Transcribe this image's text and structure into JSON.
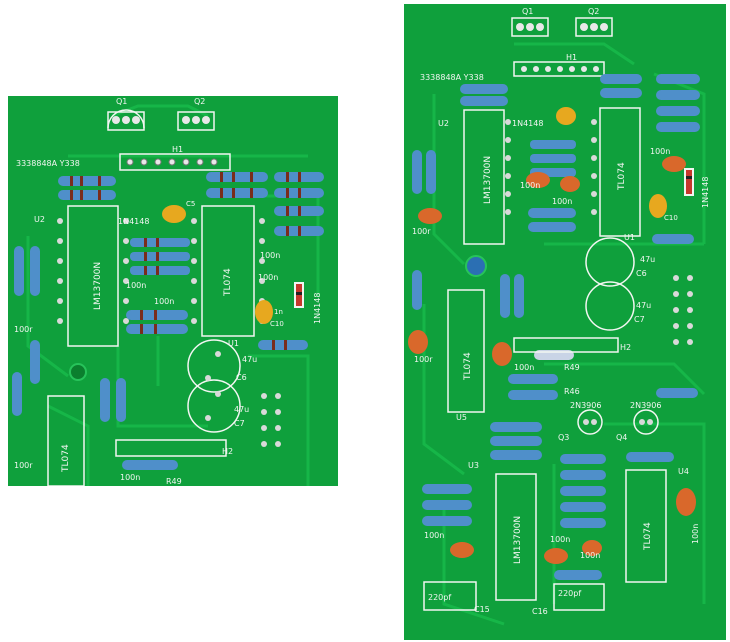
{
  "left_board": {
    "labels": {
      "q1": "Q1",
      "q2": "Q2",
      "h1": "H1",
      "part_no": "3338848A Y338",
      "u2": "U2",
      "diode_1": "1N4148",
      "c5": "C5",
      "lm13700n": "LM13700N",
      "tl074": "TL074",
      "cap_100n_a": "100n",
      "cap_100n_b": "100n",
      "cap_100n_c": "100n",
      "cap_100n_d": "100n",
      "cap_1n": "1n",
      "c10": "C10",
      "diode_2": "1N4148",
      "cap_100r": "100r",
      "u1": "U1",
      "cap_47u_a": "47u",
      "c6": "C6",
      "cap_47u_b": "47u",
      "c7": "C7",
      "h2": "H2",
      "tl074_b": "TL074",
      "cap_100r_b": "100r",
      "cap_100n_e": "100n",
      "r49": "R49"
    }
  },
  "right_board": {
    "labels": {
      "q1": "Q1",
      "q2": "Q2",
      "h1": "H1",
      "part_no": "3338848A Y338",
      "u2": "U2",
      "diode_1": "1N4148",
      "lm13700n": "LM13700N",
      "tl074": "TL074",
      "cap_100n_a": "100n",
      "diode_2": "1N4148",
      "cap_100n_b": "100n",
      "cap_100n_c": "100n",
      "c10": "C10",
      "cap_100r": "100r",
      "u1": "U1",
      "cap_47u_a": "47u",
      "c6": "C6",
      "cap_47u_b": "47u",
      "c7": "C7",
      "tl074_b": "TL074",
      "h2": "H2",
      "cap_100r_b": "100r",
      "r49": "R49",
      "cap_100n_d": "100n",
      "r46": "R46",
      "u5": "U5",
      "q3_type": "2N3906",
      "q4_type": "2N3906",
      "q3": "Q3",
      "q4": "Q4",
      "u3": "U3",
      "u4": "U4",
      "lm13700n_b": "LM13700N",
      "tl074_c": "TL074",
      "cap_100n_e": "100n",
      "cap_100n_f": "100n",
      "cap_100n_g": "100n",
      "cap_100n_h": "100n",
      "cap_220pf_a": "220pf",
      "cap_220pf_b": "220pf",
      "c15": "C15",
      "c16": "C16"
    }
  }
}
